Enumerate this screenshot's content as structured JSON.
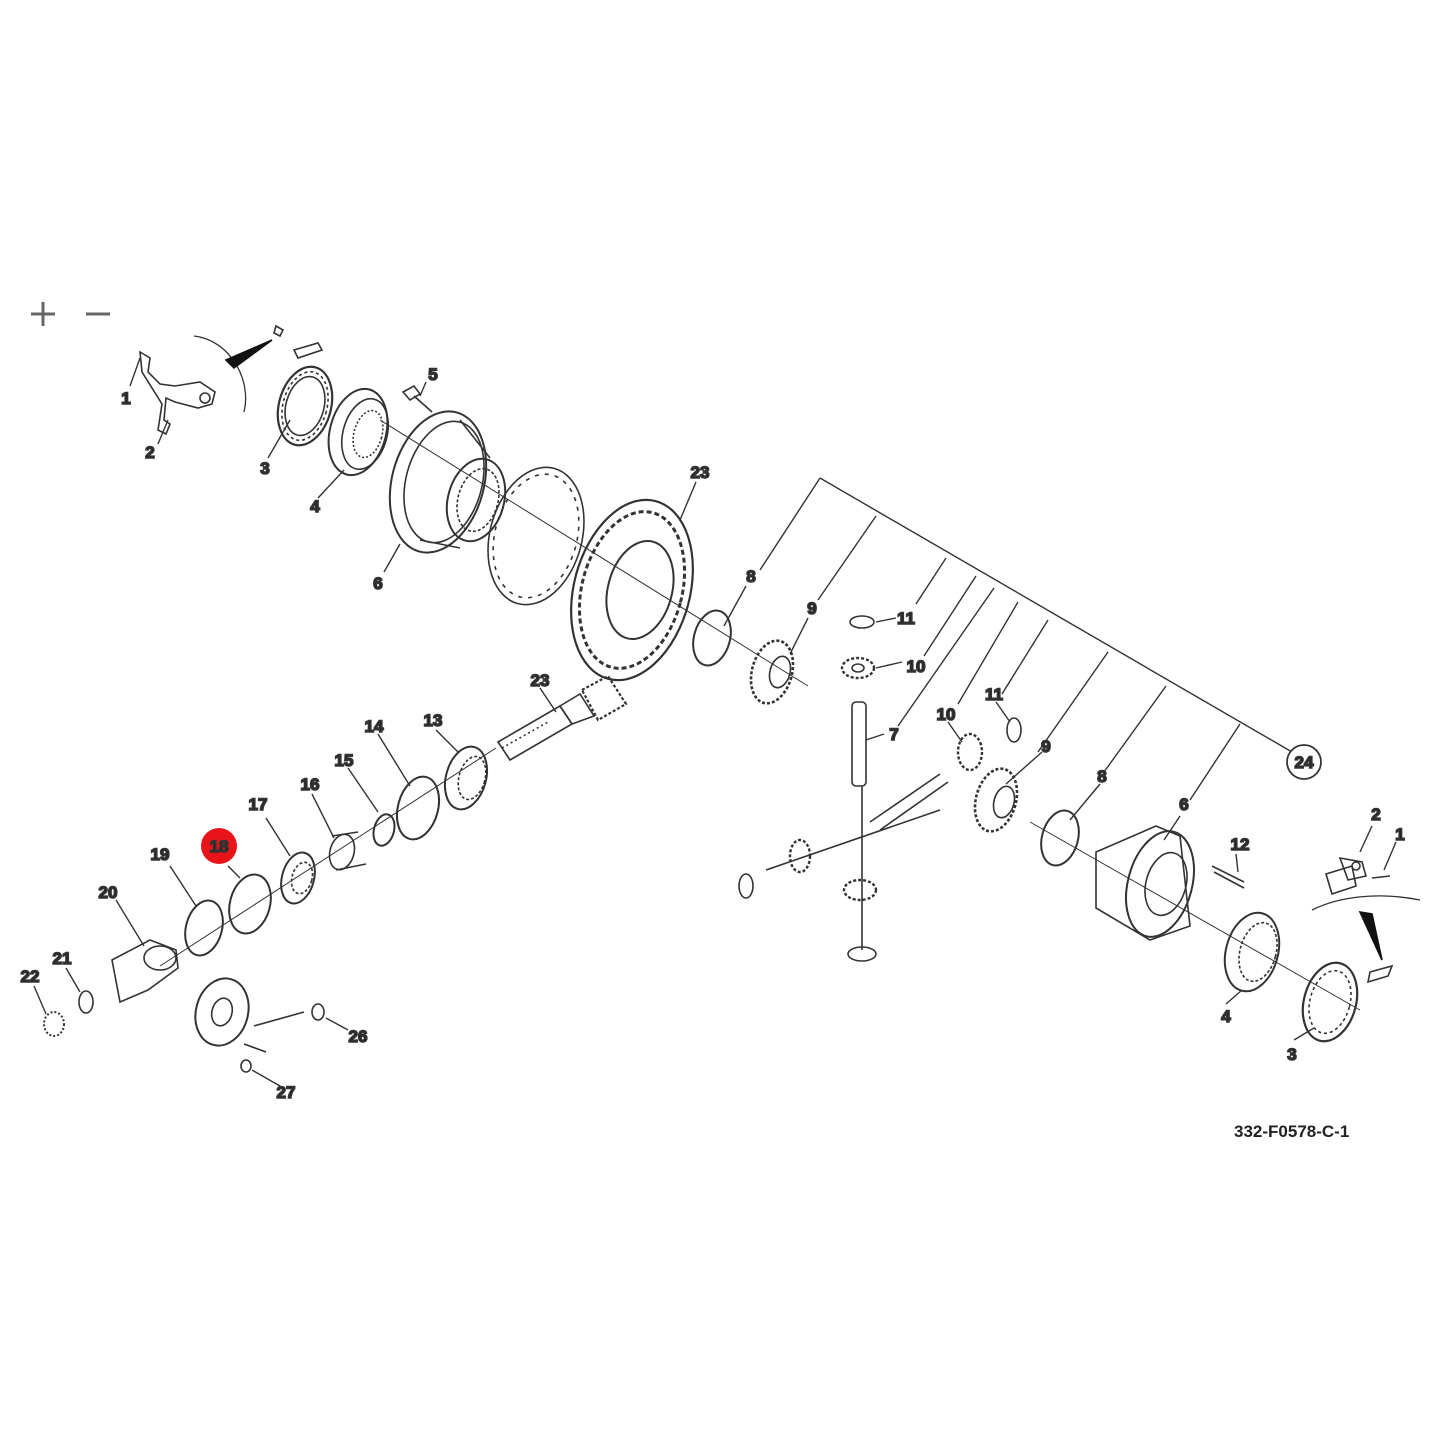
{
  "zoom": {
    "in_icon": "plus-icon",
    "out_icon": "minus-icon"
  },
  "diagram_code": "332-F0578-C-1",
  "highlight_color": "#e8141a",
  "callouts": [
    {
      "id": "c1a",
      "label": "1"
    },
    {
      "id": "c2a",
      "label": "2"
    },
    {
      "id": "c3a",
      "label": "3"
    },
    {
      "id": "c4a",
      "label": "4"
    },
    {
      "id": "c5",
      "label": "5"
    },
    {
      "id": "c6a",
      "label": "6"
    },
    {
      "id": "c23a",
      "label": "23"
    },
    {
      "id": "c8a",
      "label": "8"
    },
    {
      "id": "c9a",
      "label": "9"
    },
    {
      "id": "c11a",
      "label": "11"
    },
    {
      "id": "c10a",
      "label": "10"
    },
    {
      "id": "c7",
      "label": "7"
    },
    {
      "id": "c23b",
      "label": "23"
    },
    {
      "id": "c14",
      "label": "14"
    },
    {
      "id": "c13",
      "label": "13"
    },
    {
      "id": "c15",
      "label": "15"
    },
    {
      "id": "c16",
      "label": "16"
    },
    {
      "id": "c17",
      "label": "17"
    },
    {
      "id": "c18",
      "label": "18",
      "highlighted": true
    },
    {
      "id": "c19",
      "label": "19"
    },
    {
      "id": "c20",
      "label": "20"
    },
    {
      "id": "c21",
      "label": "21"
    },
    {
      "id": "c22",
      "label": "22"
    },
    {
      "id": "c26",
      "label": "26"
    },
    {
      "id": "c27",
      "label": "27"
    },
    {
      "id": "c10b",
      "label": "10"
    },
    {
      "id": "c11b",
      "label": "11"
    },
    {
      "id": "c9b",
      "label": "9"
    },
    {
      "id": "c8b",
      "label": "8"
    },
    {
      "id": "c6b",
      "label": "6"
    },
    {
      "id": "c12",
      "label": "12"
    },
    {
      "id": "c24",
      "label": "24"
    },
    {
      "id": "c2b",
      "label": "2"
    },
    {
      "id": "c1b",
      "label": "1"
    },
    {
      "id": "c4b",
      "label": "4"
    },
    {
      "id": "c3b",
      "label": "3"
    }
  ]
}
